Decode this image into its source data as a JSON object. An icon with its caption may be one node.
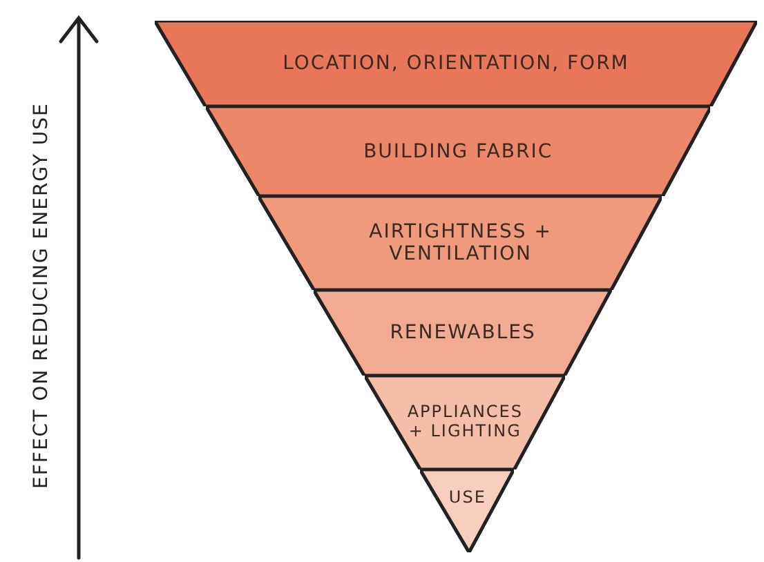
{
  "diagram": {
    "nodes": [
      {
        "text": [
          "LOCATION, ORIENTATION, FORM"
        ]
      },
      {
        "text": [
          "BUILDING FABRIC"
        ]
      },
      {
        "text": [
          "AIRTIGHTNESS + VENTILATION"
        ]
      },
      {
        "text": [
          "RENEWABLES"
        ]
      },
      {
        "text": [
          "APPLIANCES + LIGHTING"
        ]
      },
      {
        "text": [
          "USE"
        ]
      }
    ],
    "edges": [],
    "labels": [
      "EFFECT ON REDUCING ENERGY USE"
    ]
  }
}
